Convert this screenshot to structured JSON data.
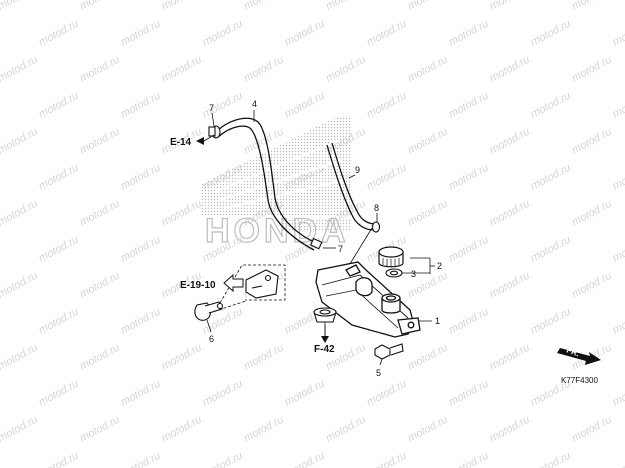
{
  "watermark": {
    "text": "motod.ru",
    "color": "#d6d6d6"
  },
  "brand_logo": {
    "text": "HONDA",
    "color": "#bdbdbd"
  },
  "parts": [
    {
      "id": "p1",
      "label": "1"
    },
    {
      "id": "p2",
      "label": "2"
    },
    {
      "id": "p3",
      "label": "3"
    },
    {
      "id": "p4",
      "label": "4"
    },
    {
      "id": "p5",
      "label": "5"
    },
    {
      "id": "p6",
      "label": "6"
    },
    {
      "id": "p7a",
      "label": "7"
    },
    {
      "id": "p7b",
      "label": "7"
    },
    {
      "id": "p8",
      "label": "8"
    },
    {
      "id": "p9",
      "label": "9"
    }
  ],
  "refs": {
    "e14": "E-14",
    "e1910": "E-19-10",
    "f42": "F-42"
  },
  "direction": {
    "label": "FR."
  },
  "diagram_code": "K77F4300"
}
